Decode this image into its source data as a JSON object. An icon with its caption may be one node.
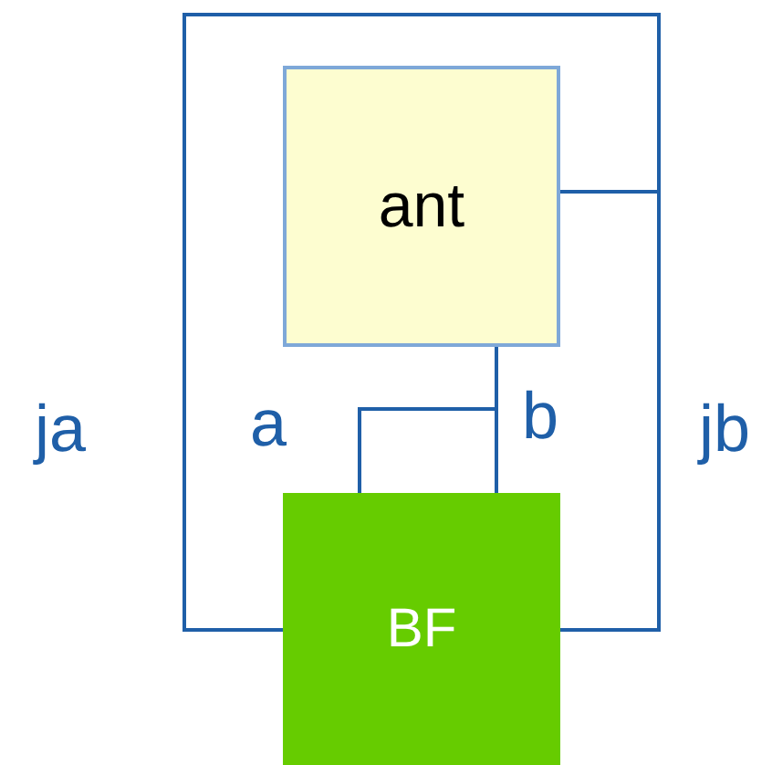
{
  "diagram": {
    "nodes": [
      {
        "text": [
          "ant"
        ]
      },
      {
        "text": [
          "BF"
        ]
      }
    ],
    "edges": [
      {
        "from": 1,
        "to": 0,
        "arrow": "none",
        "label": "ja"
      },
      {
        "from": 1,
        "to": 0,
        "arrow": "none",
        "label": "jb"
      },
      {
        "from": 1,
        "to": 0,
        "arrow": "none",
        "label": "a"
      },
      {
        "from": 1,
        "to": 0,
        "arrow": "none",
        "label": "b"
      }
    ]
  }
}
